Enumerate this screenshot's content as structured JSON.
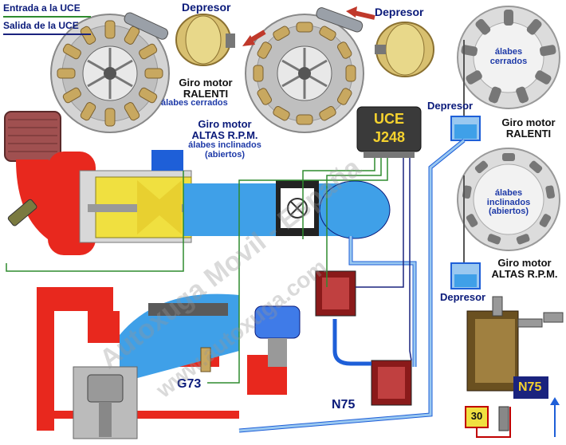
{
  "legend": {
    "input_label": "Entrada a la UCE",
    "output_label": "Salida de la UCE",
    "input_color": "#2e8b2e",
    "output_color": "#1a237e"
  },
  "labels": {
    "depresor_top_left": "Depresor",
    "depresor_top_mid": "Depresor",
    "giro_ralenti_1": "Giro motor",
    "giro_ralenti_2": "RALENTI",
    "alabes_cerrados_caption": "álabes cerrados",
    "giro_altas_1": "Giro motor",
    "giro_altas_2": "ALTAS R.P.M.",
    "giro_altas_3": "álabes inclinados",
    "giro_altas_4": "(abiertos)",
    "uce_1": "UCE",
    "uce_2": "J248",
    "right_alabes_1": "álabes",
    "right_alabes_2": "cerrados",
    "right_depresor_1": "Depresor",
    "right_giro_1": "Giro motor",
    "right_giro_2": "RALENTI",
    "right_alabes_open_1": "álabes",
    "right_alabes_open_2": "inclinados",
    "right_alabes_open_3": "(abiertos)",
    "right_giro_altas_1": "Giro motor",
    "right_giro_altas_2": "ALTAS R.P.M.",
    "right_depresor_2": "Depresor",
    "g73": "G73",
    "n75_main": "N75",
    "n75_inset": "N75",
    "relay_30": "30"
  },
  "watermark": {
    "line1": "Autoxuga Movil - España",
    "line2": "www.autoxuga.com"
  },
  "colors": {
    "exhaust_red": "#e8281e",
    "intake_blue": "#3fa0e8",
    "vacuum_blue": "#1e5fd8",
    "uce_bg": "#3a3a3a",
    "uce_text": "#f5d22e",
    "label_navy": "#0a1a7a",
    "label_black": "#111111",
    "brass": "#c8a860",
    "turbine_yellow": "#f0e040"
  }
}
